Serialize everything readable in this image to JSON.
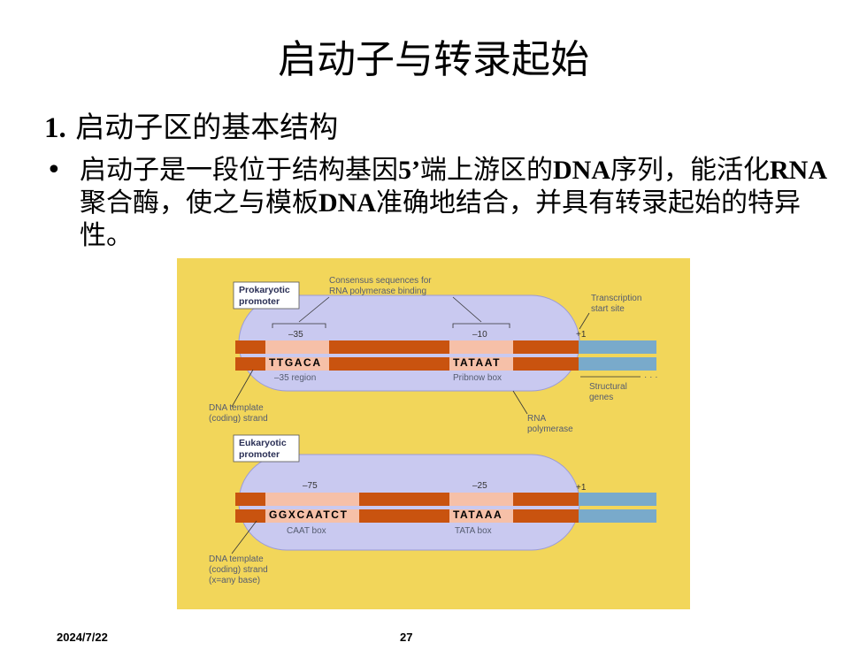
{
  "slide": {
    "title": "启动子与转录起始",
    "heading_num": "1.",
    "heading_text": " 启动子区的基本结构",
    "bullet_symbol": "•",
    "bullet": {
      "p1": "启动子是一段位于结构基因",
      "b1": "5’",
      "p2": "端上游区的",
      "b2": "DNA",
      "p3": "序列，能活化",
      "b3": "RNA",
      "p4": "聚合酶，使之与模板",
      "b4": "DNA",
      "p5": "准确地结合，并具有转录起始的特异性。"
    },
    "footer_date": "2024/7/22",
    "footer_page": "27"
  },
  "figure": {
    "colors": {
      "background": "#f2d65a",
      "polymerase": "#c9c9f0",
      "dna_strand": "#c9530f",
      "consensus": "#f6c0a8",
      "genes": "#79aacb"
    },
    "prokaryotic": {
      "label_line1": "Prokaryotic",
      "label_line2": "promoter",
      "consensus_line1": "Consensus sequences for",
      "consensus_line2": "RNA polymerase binding",
      "pos_35": "–35",
      "pos_10": "–10",
      "pos_plus1": "+1",
      "seq_35": "TTGACA",
      "seq_10": "TATAAT",
      "region_35": "–35 region",
      "pribnow": "Pribnow box",
      "tss_line1": "Transcription",
      "tss_line2": "start site",
      "genes_line1": "Structural",
      "genes_line2": "genes",
      "dots": "· · ·",
      "template_line1": "DNA template",
      "template_line2": "(coding) strand",
      "rnap_line1": "RNA",
      "rnap_line2": "polymerase"
    },
    "eukaryotic": {
      "label_line1": "Eukaryotic",
      "label_line2": "promoter",
      "pos_75": "–75",
      "pos_25": "–25",
      "pos_plus1": "+1",
      "seq_caat": "GGXCAATCT",
      "seq_tata": "TATAAA",
      "caat_box": "CAAT box",
      "tata_box": "TATA box",
      "template_line1": "DNA template",
      "template_line2": "(coding) strand",
      "template_line3": "(x=any base)"
    }
  }
}
